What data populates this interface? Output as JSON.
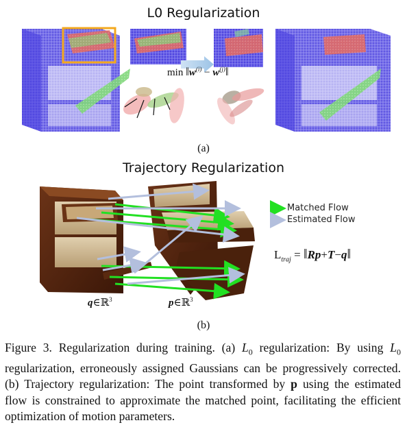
{
  "figure": {
    "panel_a": {
      "title": "L0 Regularization",
      "formula_prefix": "min",
      "formula_term1": "w",
      "formula_sup1": "(i)",
      "formula_minus": "−",
      "formula_term2": "w",
      "formula_sup2": "(j)",
      "label": "(a)"
    },
    "panel_b": {
      "title": "Trajectory Regularization",
      "legend_matched": "Matched Flow",
      "legend_estimated": "Estimated Flow",
      "traj_L": "L",
      "traj_sub": "traj",
      "traj_eq": "=",
      "traj_R": "R",
      "traj_p": "p",
      "traj_plus": "+",
      "traj_T": "T",
      "traj_minus": "−",
      "traj_q": "q",
      "q_symbol": "q",
      "p_symbol": "p",
      "in_R3": "∈ℝ",
      "sup3": "3",
      "label": "(b)",
      "colors": {
        "matched": "#22e022",
        "estimated": "#b3bfdd"
      }
    }
  },
  "caption": {
    "lead": "Figure 3. Regularization during training. (a) ",
    "L0a": "L",
    "sub0a": "0",
    "mid1": " regularization: By using ",
    "L0b": "L",
    "sub0b": "0",
    "mid2": " regularization, erroneously assigned Gaussians can be progressively corrected. (b) Trajectory regularization: The point transformed by ",
    "p_bold": "p",
    "mid3": " using the estimated flow is constrained to approximate the matched point, facilitating the efficient optimization of motion parameters."
  }
}
